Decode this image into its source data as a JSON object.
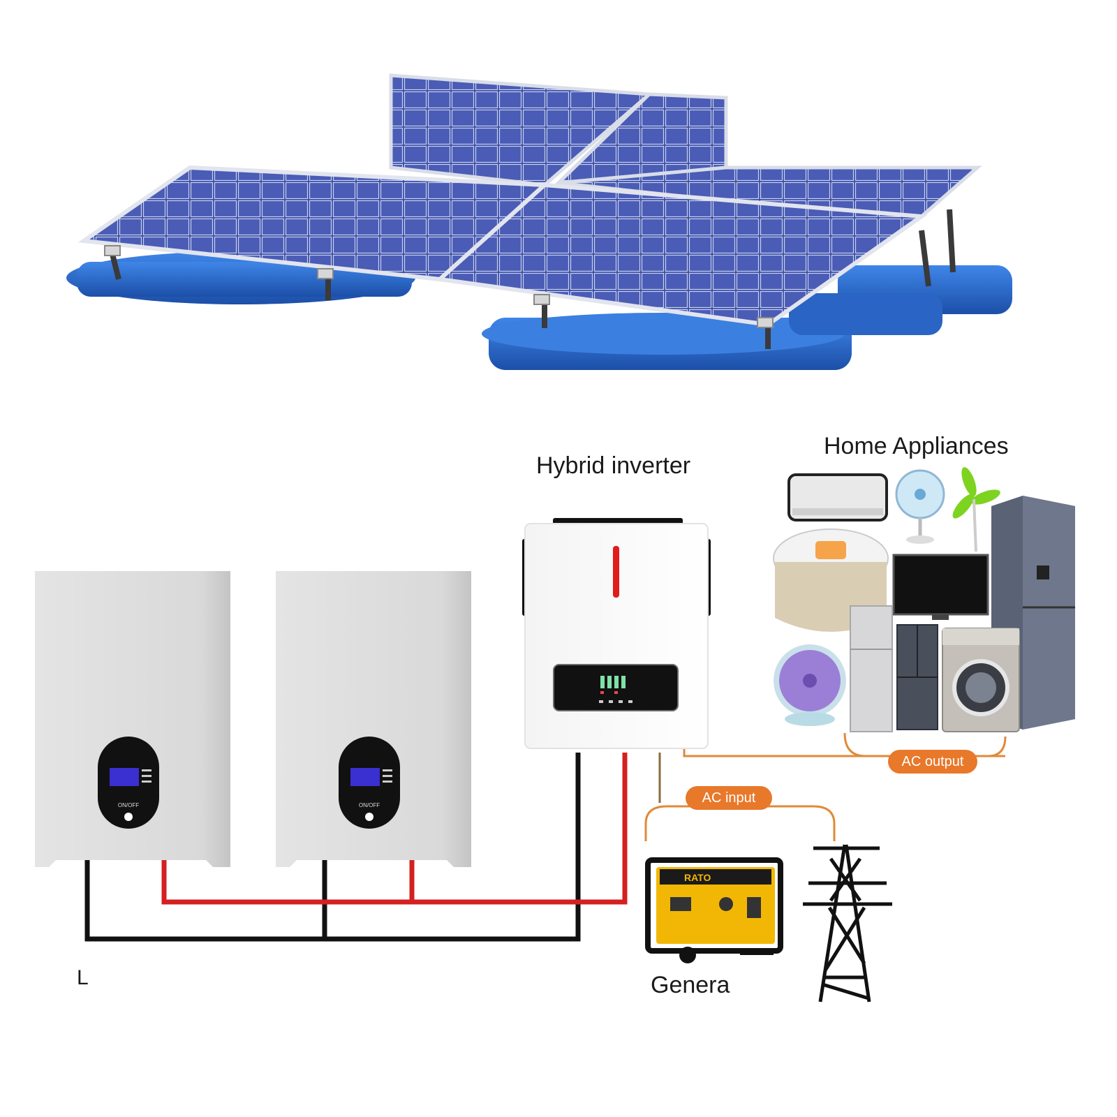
{
  "labels": {
    "hybrid_inverter": "Hybrid inverter",
    "home_appliances": "Home Appliances",
    "ac_output": "AC output",
    "ac_input": "AC input",
    "generator": "Genera",
    "battery_fragment": "L",
    "battery_button": "ON/OFF",
    "generator_brand": "RATO"
  },
  "colors": {
    "panel_blue": "#3a4a9c",
    "float_blue": "#2e6fd0",
    "wire_red": "#d42020",
    "wire_black": "#111111",
    "wire_orange": "#e08a3a",
    "pill_orange": "#e8782a",
    "battery_gray": "#dcdcdc",
    "inverter_accent": "#e21b1b",
    "generator_yellow": "#f2b705"
  },
  "icons": {
    "solar_array": "floating-solar-panels-icon",
    "battery": "wall-battery-icon",
    "inverter": "hybrid-inverter-icon",
    "generator": "generator-icon",
    "tower": "power-tower-icon",
    "appliances": [
      "air-conditioner-icon",
      "desk-fan-icon",
      "standing-fan-icon",
      "rice-cooker-icon",
      "television-icon",
      "refrigerator-icon",
      "fridge-small-icon",
      "washing-machine-icon",
      "purple-fan-icon",
      "tall-fridge-icon"
    ]
  }
}
